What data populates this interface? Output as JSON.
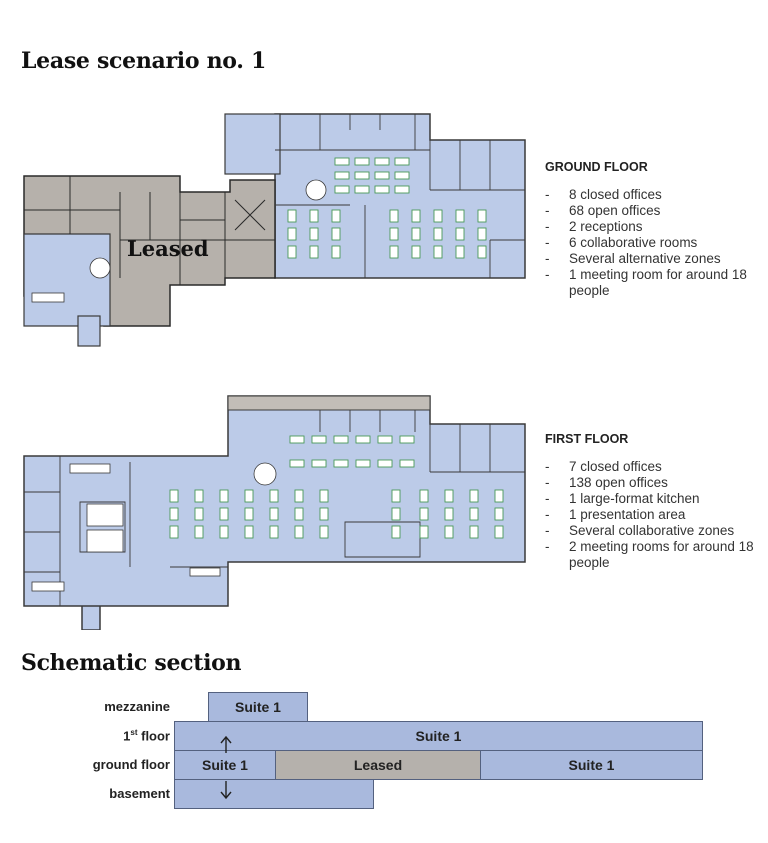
{
  "page": {
    "title": "Lease scenario no. 1",
    "section_title": "Schematic section"
  },
  "ground_floor": {
    "heading": "GROUND FLOOR",
    "plan_label": "Leased",
    "features": [
      "8 closed offices",
      "68 open offices",
      "2 receptions",
      "6 collaborative rooms",
      "Several alternative zones",
      "1 meeting room for around 18 people"
    ]
  },
  "first_floor": {
    "heading": "FIRST FLOOR",
    "features": [
      "7 closed offices",
      "138 open offices",
      "1 large-format kitchen",
      "1 presentation area",
      "Several collaborative zones",
      "2 meeting rooms for around 18 people"
    ]
  },
  "section": {
    "rows": {
      "mezzanine": "mezzanine",
      "first_prefix": "1",
      "first_sup": "st",
      "first_suffix": " floor",
      "ground": "ground floor",
      "basement": "basement"
    },
    "bars": {
      "mezz_suite": "Suite 1",
      "first_suite": "Suite 1",
      "ground_left_suite": "Suite 1",
      "ground_leased": "Leased",
      "ground_right_suite": "Suite 1"
    }
  },
  "colors": {
    "suite_fill": "#a9b9dd",
    "leased_fill": "#b5b1ac",
    "plan_wall": "#3a3a3a",
    "furniture_green": "#4a9a58"
  }
}
